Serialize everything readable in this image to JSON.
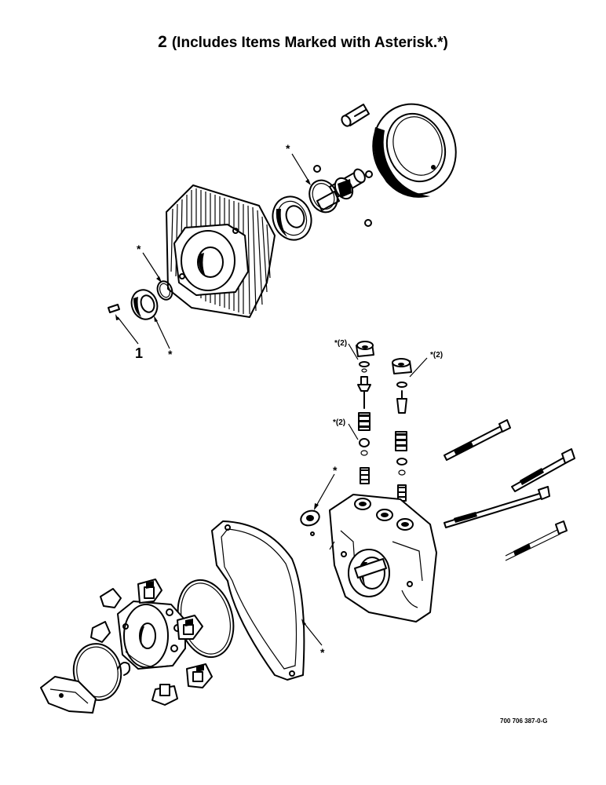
{
  "title": {
    "number": "2",
    "text": "(Includes Items Marked with Asterisk.*)"
  },
  "callouts": {
    "item1": "1",
    "asterisk": "*",
    "asterisk_two": "*(2)"
  },
  "drawing_code": "700 706 387-0-G"
}
